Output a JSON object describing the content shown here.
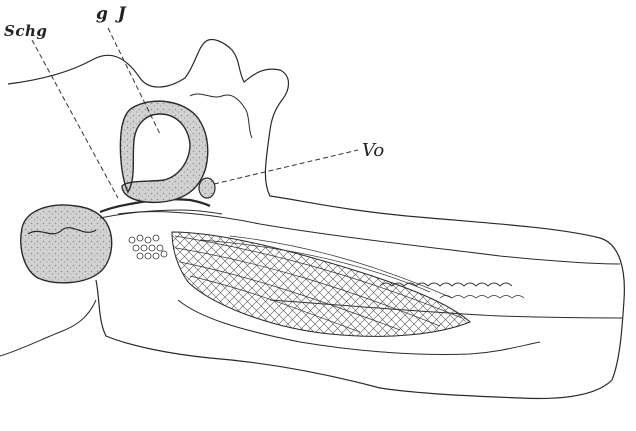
{
  "labels": {
    "schg": "Schg",
    "gj": "g J",
    "vo": "Vo"
  },
  "colors": {
    "ink": "#222222",
    "stipple_fill": "#c9c9c9",
    "paper": "#ffffff"
  }
}
